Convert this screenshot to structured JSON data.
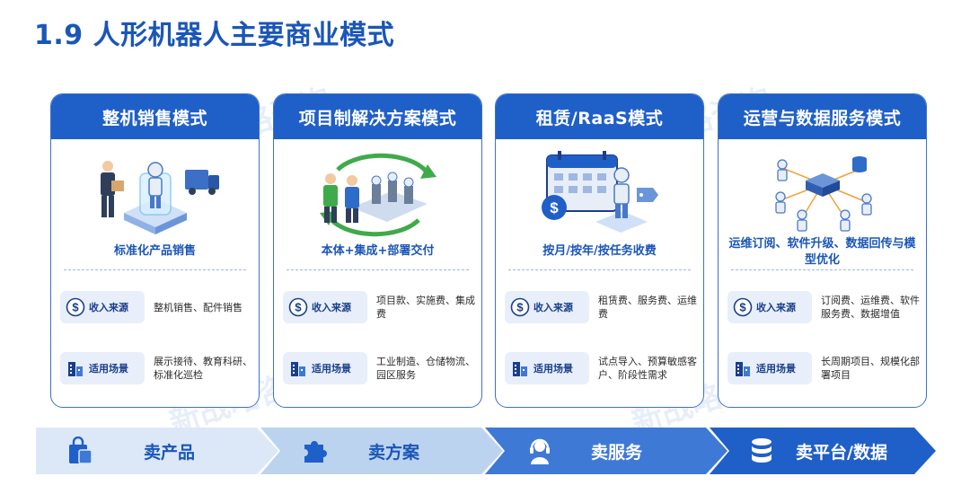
{
  "title": "1.9 人形机器人主要商业模式",
  "watermark": "新战略咨询",
  "cards": [
    {
      "title": "整机销售模式",
      "subtitle": "标准化产品销售",
      "income_label": "收入来源",
      "income_text": "整机销售、配件销售",
      "scene_label": "适用场景",
      "scene_text": "展示接待、教育科研、标准化巡检"
    },
    {
      "title": "项目制解决方案模式",
      "subtitle": "本体+集成+部署交付",
      "income_label": "收入来源",
      "income_text": "项目款、实施费、集成费",
      "scene_label": "适用场景",
      "scene_text": "工业制造、仓储物流、园区服务"
    },
    {
      "title": "租赁/RaaS模式",
      "subtitle": "按月/按年/按任务收费",
      "income_label": "收入来源",
      "income_text": "租赁费、服务费、运维费",
      "scene_label": "适用场景",
      "scene_text": "试点导入、预算敏感客户、阶段性需求"
    },
    {
      "title": "运营与数据服务模式",
      "subtitle": "运维订阅、软件升级、数据回传与模型优化",
      "income_label": "收入来源",
      "income_text": "订阅费、运维费、软件服务费、数据增值",
      "scene_label": "适用场景",
      "scene_text": "长周期项目、规模化部署项目"
    }
  ],
  "flow": [
    {
      "label": "卖产品",
      "icon": "shopping-bag-icon",
      "fill": "#dce8f7",
      "color": "#1a56b8"
    },
    {
      "label": "卖方案",
      "icon": "puzzle-icon",
      "fill": "#bcd3f0",
      "color": "#1a56b8"
    },
    {
      "label": "卖服务",
      "icon": "headset-icon",
      "fill": "#3f79d6",
      "color": "#ffffff"
    },
    {
      "label": "卖平台/数据",
      "icon": "database-icon",
      "fill": "#1f5fc8",
      "color": "#ffffff"
    }
  ],
  "colors": {
    "primary": "#1f5fc8",
    "accent": "#3d6fd0",
    "chip": "#e8effb"
  }
}
